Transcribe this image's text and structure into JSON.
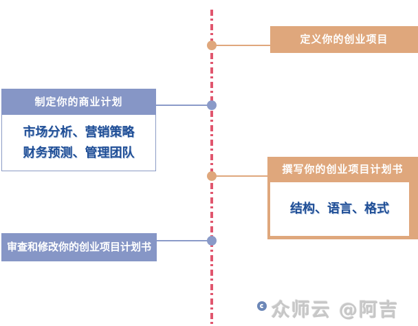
{
  "diagram": {
    "type": "vertical-timeline-flow",
    "colors": {
      "timeline_dash": "#E0566E",
      "right_accent_tan": "#DFA77C",
      "left_accent_blue": "#8696C6",
      "detail_text_blue": "#1F4E96",
      "header_text": "#ffffff",
      "background": "#ffffff"
    },
    "steps": [
      {
        "side": "right",
        "title": "定义你的创业项目",
        "details": []
      },
      {
        "side": "left",
        "title": "制定你的商业计划",
        "details": [
          "市场分析、营销策略",
          "财务预测、管理团队"
        ]
      },
      {
        "side": "right",
        "title": "撰写你的创业项目计划书",
        "details": [
          "结构、语言、格式"
        ]
      },
      {
        "side": "left",
        "title": "审查和修改你的创业项目计划书",
        "details": []
      }
    ]
  },
  "watermark": {
    "icon": "brand-logo-icon",
    "text": "众师云 @阿吉"
  }
}
